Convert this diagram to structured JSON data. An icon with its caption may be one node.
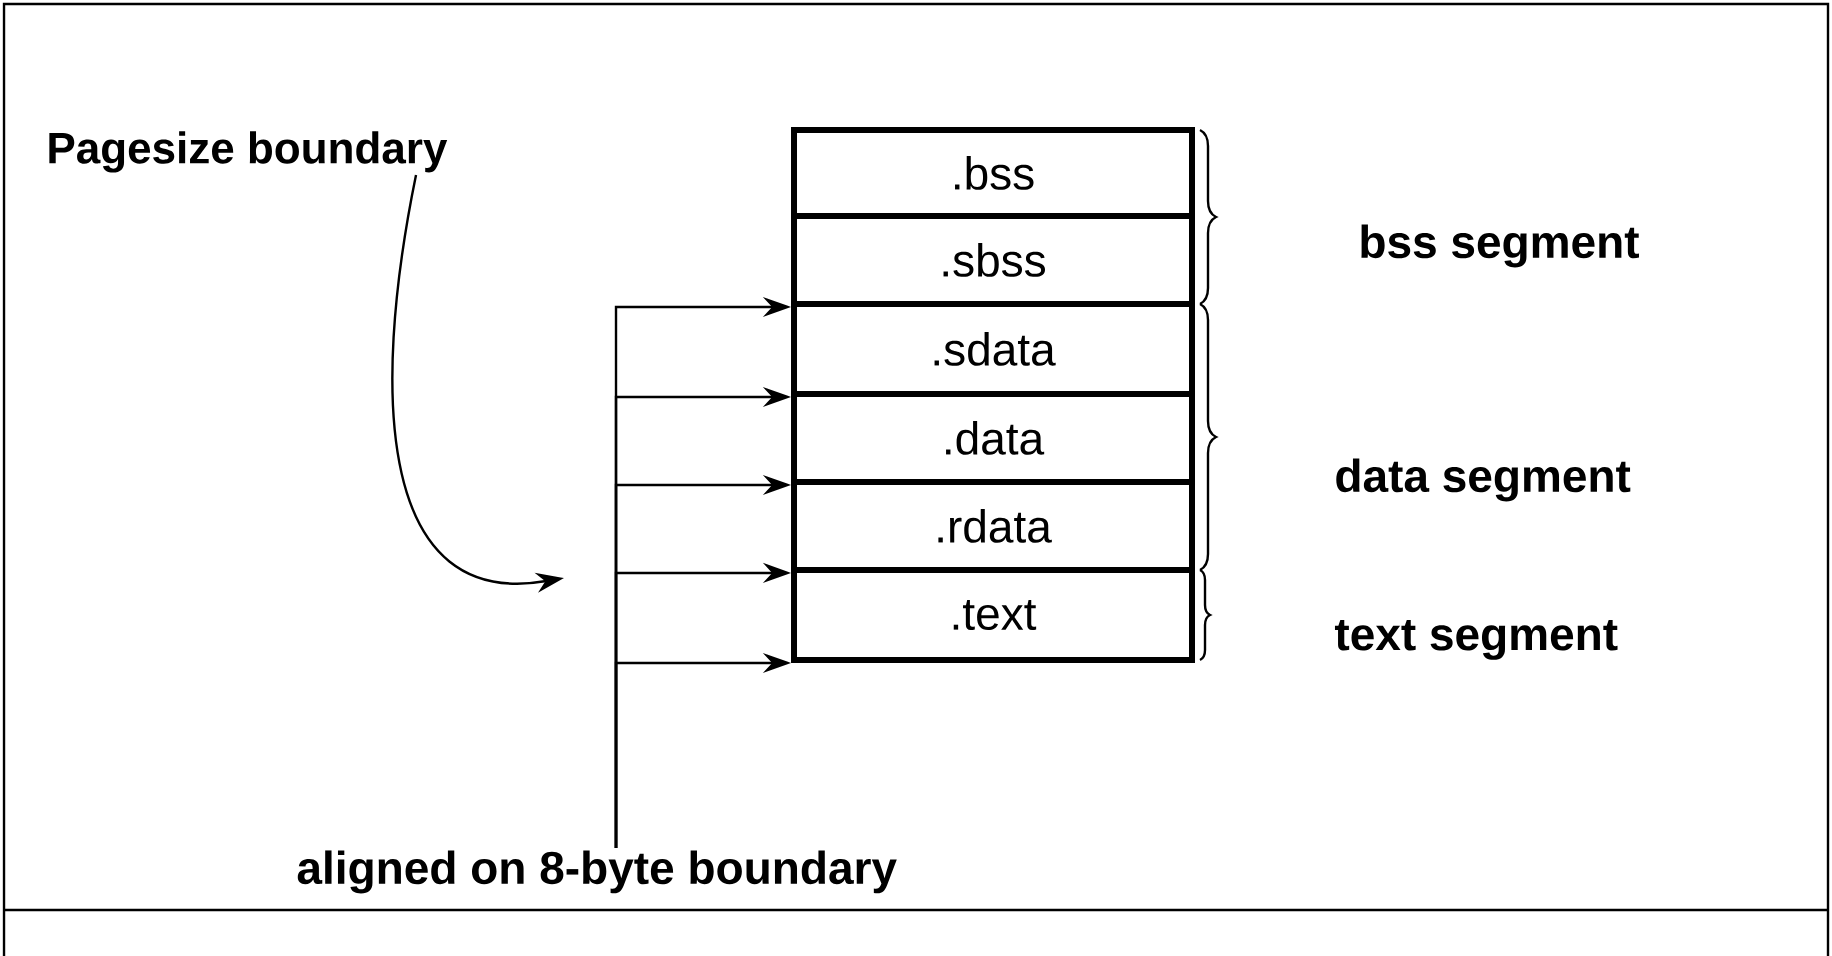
{
  "diagram": {
    "nodes": [
      {
        "text": [
          "Pagesize boundary"
        ]
      },
      {
        "text": [
          ".bss"
        ]
      },
      {
        "text": [
          ".sbss"
        ]
      },
      {
        "text": [
          ".sdata"
        ]
      },
      {
        "text": [
          ".data"
        ]
      },
      {
        "text": [
          ".rdata"
        ]
      },
      {
        "text": [
          ".text"
        ]
      },
      {
        "text": [
          "aligned on 8-byte boundary"
        ]
      }
    ],
    "edges": [
      {
        "from": 0,
        "to": null,
        "arrow": "to"
      },
      {
        "from": 7,
        "to": 2,
        "arrow": "to"
      },
      {
        "from": 7,
        "to": 3,
        "arrow": "to"
      },
      {
        "from": 7,
        "to": 4,
        "arrow": "to"
      },
      {
        "from": 7,
        "to": 5,
        "arrow": "to"
      },
      {
        "from": 7,
        "to": 6,
        "arrow": "to"
      }
    ],
    "labels": [
      "bss segment",
      "data segment",
      "text segment"
    ]
  }
}
